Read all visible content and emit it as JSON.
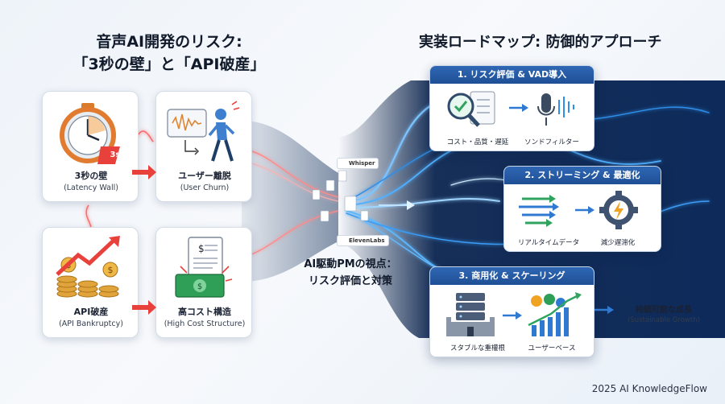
{
  "left_title": {
    "line1": "音声AI開発のリスク:",
    "line2": "「3秒の壁」と「API破産」"
  },
  "right_title": "実装ロードマップ: 防御的アプローチ",
  "risk_cards": {
    "latency": {
      "label": "3秒の壁",
      "sub": "(Latency Wall)",
      "badge": "3s"
    },
    "churn": {
      "label": "ユーザー離脱",
      "sub": "(User Churn)"
    },
    "bankrupt": {
      "label": "API破産",
      "sub": "(API Bankruptcy)"
    },
    "cost": {
      "label": "高コスト構造",
      "sub": "(High Cost Structure)"
    }
  },
  "center": {
    "line1": "AI駆動PMの視点：",
    "line2": "リスク評価と対策",
    "chip_whisper": "Whisper",
    "chip_elevenlabs": "ElevenLabs"
  },
  "roadmap": {
    "step1": {
      "title": "1. リスク評価 & VAD導入",
      "cap_a": "コスト・品質・遅延",
      "cap_b": "ソンドフィルター"
    },
    "step2": {
      "title": "2. ストリーミング & 最適化",
      "cap_a": "リアルタイムデータ",
      "cap_b": "減少遅滞化"
    },
    "step3": {
      "title": "3. 商用化 & スケーリング",
      "cap_a": "スタブルな重權根",
      "cap_b": "ユーザーベース"
    }
  },
  "goal": {
    "label": "持続可能な成長",
    "sub": "(Sustainable Growth)"
  },
  "footer": "2025 AI KnowledgeFlow",
  "colors": {
    "panel_header": "#2f67b4",
    "flow_blue": "#3aa0ff",
    "alert_red": "#e8413c",
    "dark_band": "#0d2a55"
  }
}
